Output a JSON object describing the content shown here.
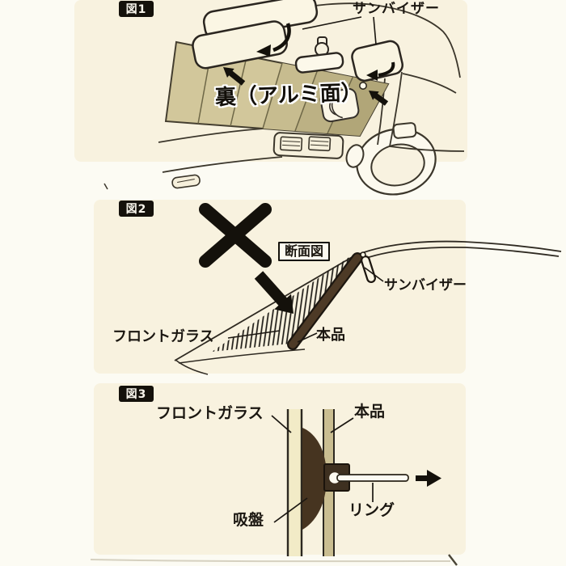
{
  "figure1": {
    "badge": "図1",
    "labels": {
      "sun_visor": "サンバイザー",
      "back_aluminum": "裏（アルミ面）"
    },
    "icons": {
      "rotate_arrows": "curved-rotation-arrow",
      "attach_arrows": "black-pointer-arrow"
    }
  },
  "figure2": {
    "badge": "図2",
    "labels": {
      "cross_section": "断面図",
      "windshield": "フロントガラス",
      "product": "本品",
      "sun_visor": "サンバイザー"
    },
    "icons": {
      "prohibition": "x-mark",
      "insert_arrow": "thick-down-right-arrow"
    }
  },
  "figure3": {
    "badge": "図3",
    "labels": {
      "windshield": "フロントガラス",
      "product": "本品",
      "suction_cup": "吸盤",
      "ring": "リング"
    },
    "icons": {
      "pull_arrow": "right-arrow"
    }
  },
  "colors": {
    "paper": "#fcfbf3",
    "cream_wash": "#f8f2df",
    "ink": "#14110b",
    "shade_khaki": "#d2c79b",
    "shade_khaki_dark": "#b1a678",
    "product_dark_brown": "#4d3a26",
    "glass_cross_section": "#f2ebc7",
    "product_bar_tan": "#cabe91"
  }
}
